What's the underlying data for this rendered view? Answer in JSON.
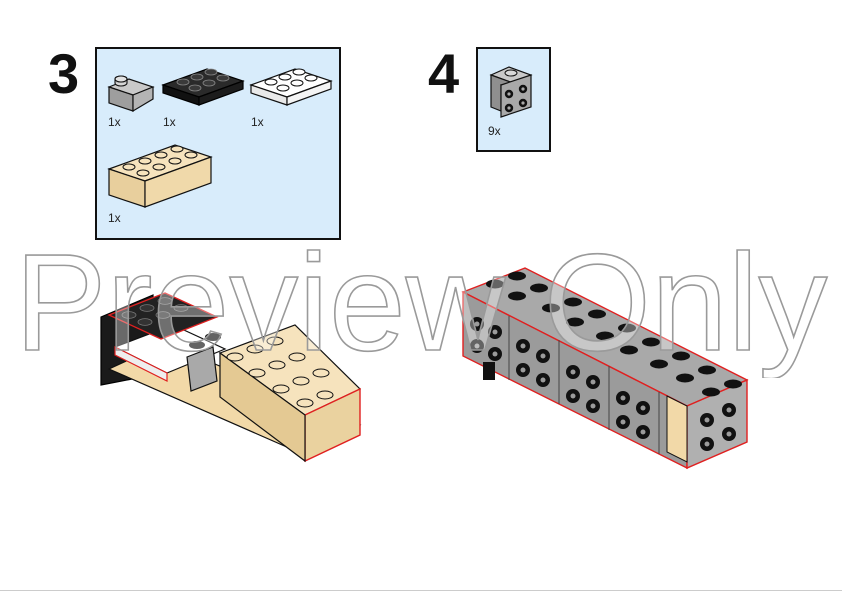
{
  "steps": [
    {
      "number": "3",
      "parts": [
        {
          "name": "light-gray-curved-slope-1x2",
          "color": "#a9a9a9",
          "qty": "1x"
        },
        {
          "name": "black-plate-2x3",
          "color": "#1a1a1a",
          "qty": "1x"
        },
        {
          "name": "white-plate-2x3",
          "color": "#ffffff",
          "qty": "1x"
        },
        {
          "name": "tan-brick-2x4",
          "color": "#f2d9a8",
          "qty": "1x"
        }
      ]
    },
    {
      "number": "4",
      "parts": [
        {
          "name": "gray-bracket-1x2-2x2",
          "color": "#a9a9a9",
          "qty": "9x"
        }
      ]
    }
  ],
  "watermark": "Preview Only",
  "colors": {
    "callout_bg": "#d8ecfb",
    "outline": "#111111",
    "highlight": "#e02020",
    "gray": "#a9a9a9",
    "tan": "#f2d9a8",
    "black": "#1a1a1a"
  }
}
